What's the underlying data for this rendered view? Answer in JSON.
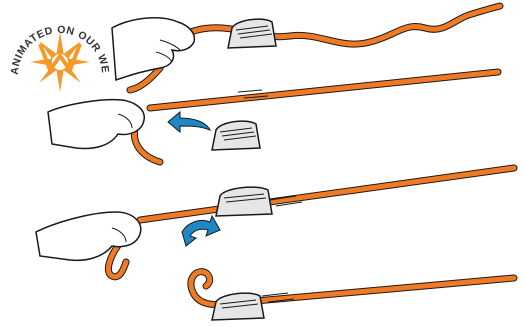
{
  "badge": {
    "text": "ANIMATED ON OUR WEBSITE",
    "logo_icon": "w-star-logo-icon"
  },
  "steps": [
    {
      "name": "step-1",
      "description_icon": "hand-pulling-rope-icon"
    },
    {
      "name": "step-2",
      "description_icon": "arrow-into-cleat-icon"
    },
    {
      "name": "step-3",
      "description_icon": "arrow-down-into-cleat-icon"
    },
    {
      "name": "step-4",
      "description_icon": "rope-cleated-icon"
    }
  ],
  "colors": {
    "rope": "#f07a24",
    "rope_outline": "#1a1a1a",
    "arrow": "#1e88c4",
    "cleat": "#e6e6e6",
    "badge_orange": "#f39a2a",
    "badge_text": "#333333",
    "hand_fill": "#ffffff"
  }
}
